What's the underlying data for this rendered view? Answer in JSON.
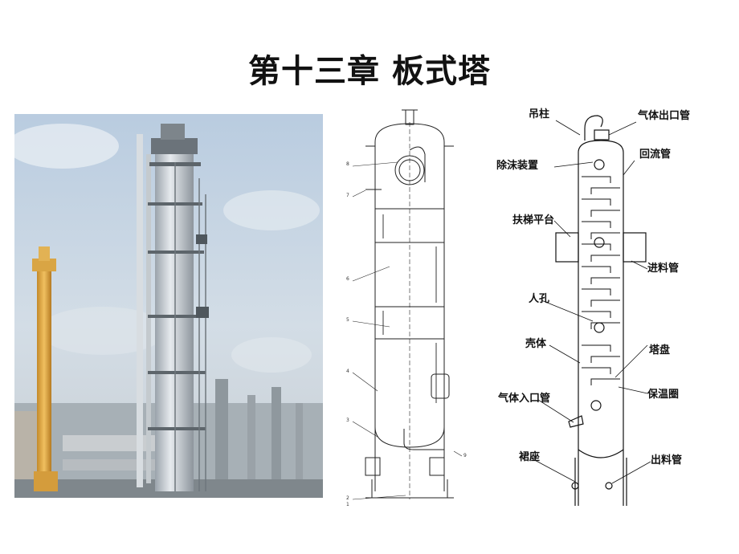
{
  "slide": {
    "title": "第十三章  板式塔"
  },
  "photo": {
    "icon": "distillation-tower-photo"
  },
  "drawing1": {
    "part_numbers": [
      "8",
      "7",
      "6",
      "5",
      "4",
      "3",
      "2",
      "1",
      "9"
    ]
  },
  "drawing2": {
    "labels": {
      "hoist_post": "吊柱",
      "gas_outlet": "气体出口管",
      "demister": "除沫装置",
      "reflux_pipe": "回流管",
      "ladder_platform": "扶梯平台",
      "feed_pipe": "进料管",
      "manhole": "人孔",
      "shell": "壳体",
      "tray": "塔盘",
      "insulation_ring": "保温圈",
      "gas_inlet": "气体入口管",
      "skirt": "裙座",
      "product_outlet": "出料管"
    }
  }
}
